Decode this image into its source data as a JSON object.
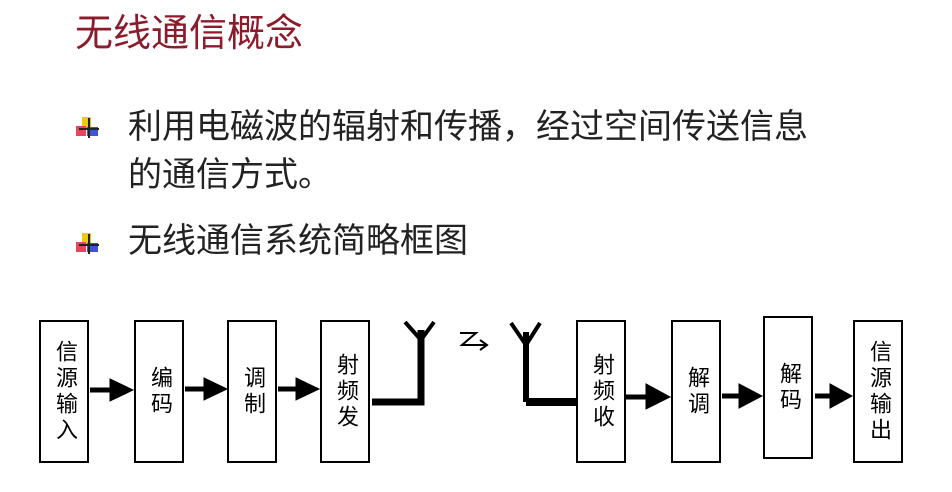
{
  "title": "无线通信概念",
  "bullets": [
    "利用电磁波的辐射和传播，经过空间传送信息",
    "的通信方式。",
    "无线通信系统简略框图"
  ],
  "diagram": {
    "blocks": [
      "信源输入",
      "编码",
      "调制",
      "射频发",
      "射频收",
      "解调",
      "解码",
      "信源输出"
    ]
  }
}
